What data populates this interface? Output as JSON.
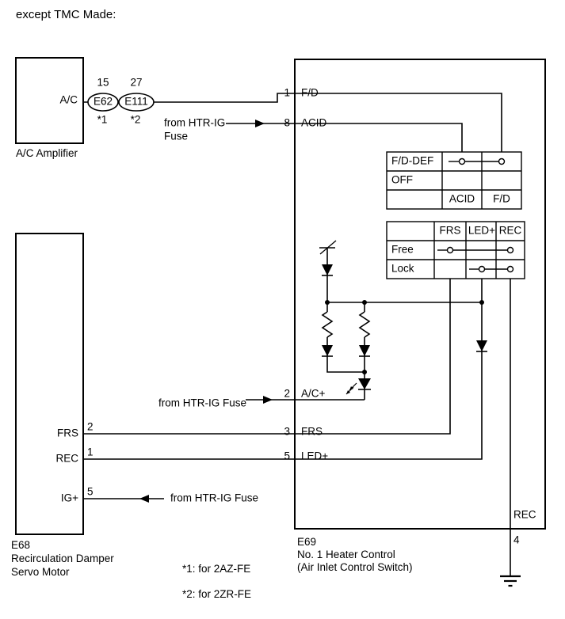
{
  "title": "except TMC Made:",
  "ac_amplifier": {
    "label": "A/C",
    "caption": "A/C Amplifier",
    "pin1_number": "15",
    "pin2_number": "27",
    "connector1": "E62",
    "connector2": "E111",
    "note1": "*1",
    "note2": "*2"
  },
  "servo": {
    "name": "E68",
    "caption1": "Recirculation Damper",
    "caption2": "Servo Motor",
    "frs_label": "FRS",
    "frs_pin": "2",
    "rec_label": "REC",
    "rec_pin": "1",
    "ig_label": "IG+",
    "ig_pin": "5"
  },
  "heater": {
    "name": "E69",
    "caption1": "No. 1 Heater Control",
    "caption2": "(Air Inlet Control Switch)",
    "pin_fd": "1",
    "label_fd": "F/D",
    "pin_acid": "8",
    "label_acid": "ACID",
    "pin_ac": "2",
    "label_ac": "A/C+",
    "pin_frs": "3",
    "label_frs": "FRS",
    "pin_led": "5",
    "label_led": "LED+",
    "rec_label": "REC",
    "rec_pin": "4"
  },
  "fuse": {
    "acid_line1": "from HTR-IG",
    "acid_line2": "Fuse",
    "ac_text": "from HTR-IG Fuse",
    "ig_text": "from HTR-IG Fuse"
  },
  "mode_table": {
    "row1": "F/D-DEF",
    "row2": "OFF",
    "col1": "ACID",
    "col2": "F/D"
  },
  "position_table": {
    "col1": "FRS",
    "col2": "LED+",
    "col3": "REC",
    "row1": "Free",
    "row2": "Lock"
  },
  "notes": {
    "n1": "*1: for 2AZ-FE",
    "n2": "*2: for 2ZR-FE"
  }
}
